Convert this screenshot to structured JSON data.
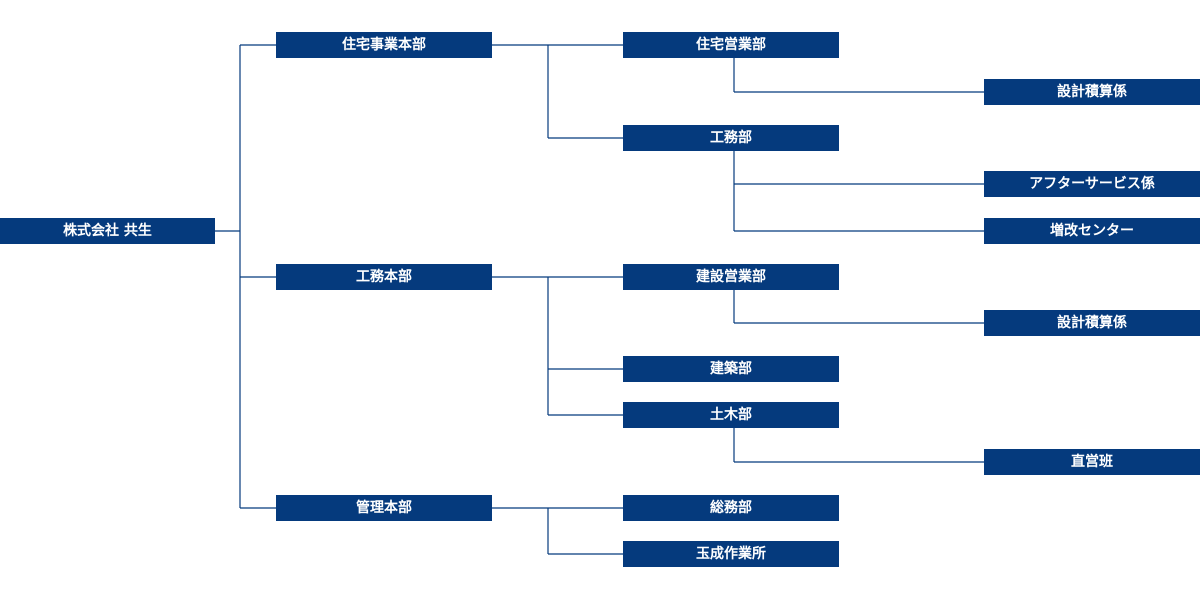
{
  "org": {
    "root": "株式会社 共生",
    "divisions": [
      {
        "label": "住宅事業本部"
      },
      {
        "label": "工務本部"
      },
      {
        "label": "管理本部"
      }
    ],
    "departments": [
      {
        "label": "住宅営業部"
      },
      {
        "label": "工務部"
      },
      {
        "label": "建設営業部"
      },
      {
        "label": "建築部"
      },
      {
        "label": "土木部"
      },
      {
        "label": "総務部"
      },
      {
        "label": "玉成作業所"
      }
    ],
    "sections": [
      {
        "label": "設計積算係"
      },
      {
        "label": "アフターサービス係"
      },
      {
        "label": "増改センター"
      },
      {
        "label": "設計積算係"
      },
      {
        "label": "直営班"
      }
    ]
  },
  "colors": {
    "box_fill": "#053a7d",
    "box_text": "#ffffff",
    "connector": "#053a7d"
  }
}
